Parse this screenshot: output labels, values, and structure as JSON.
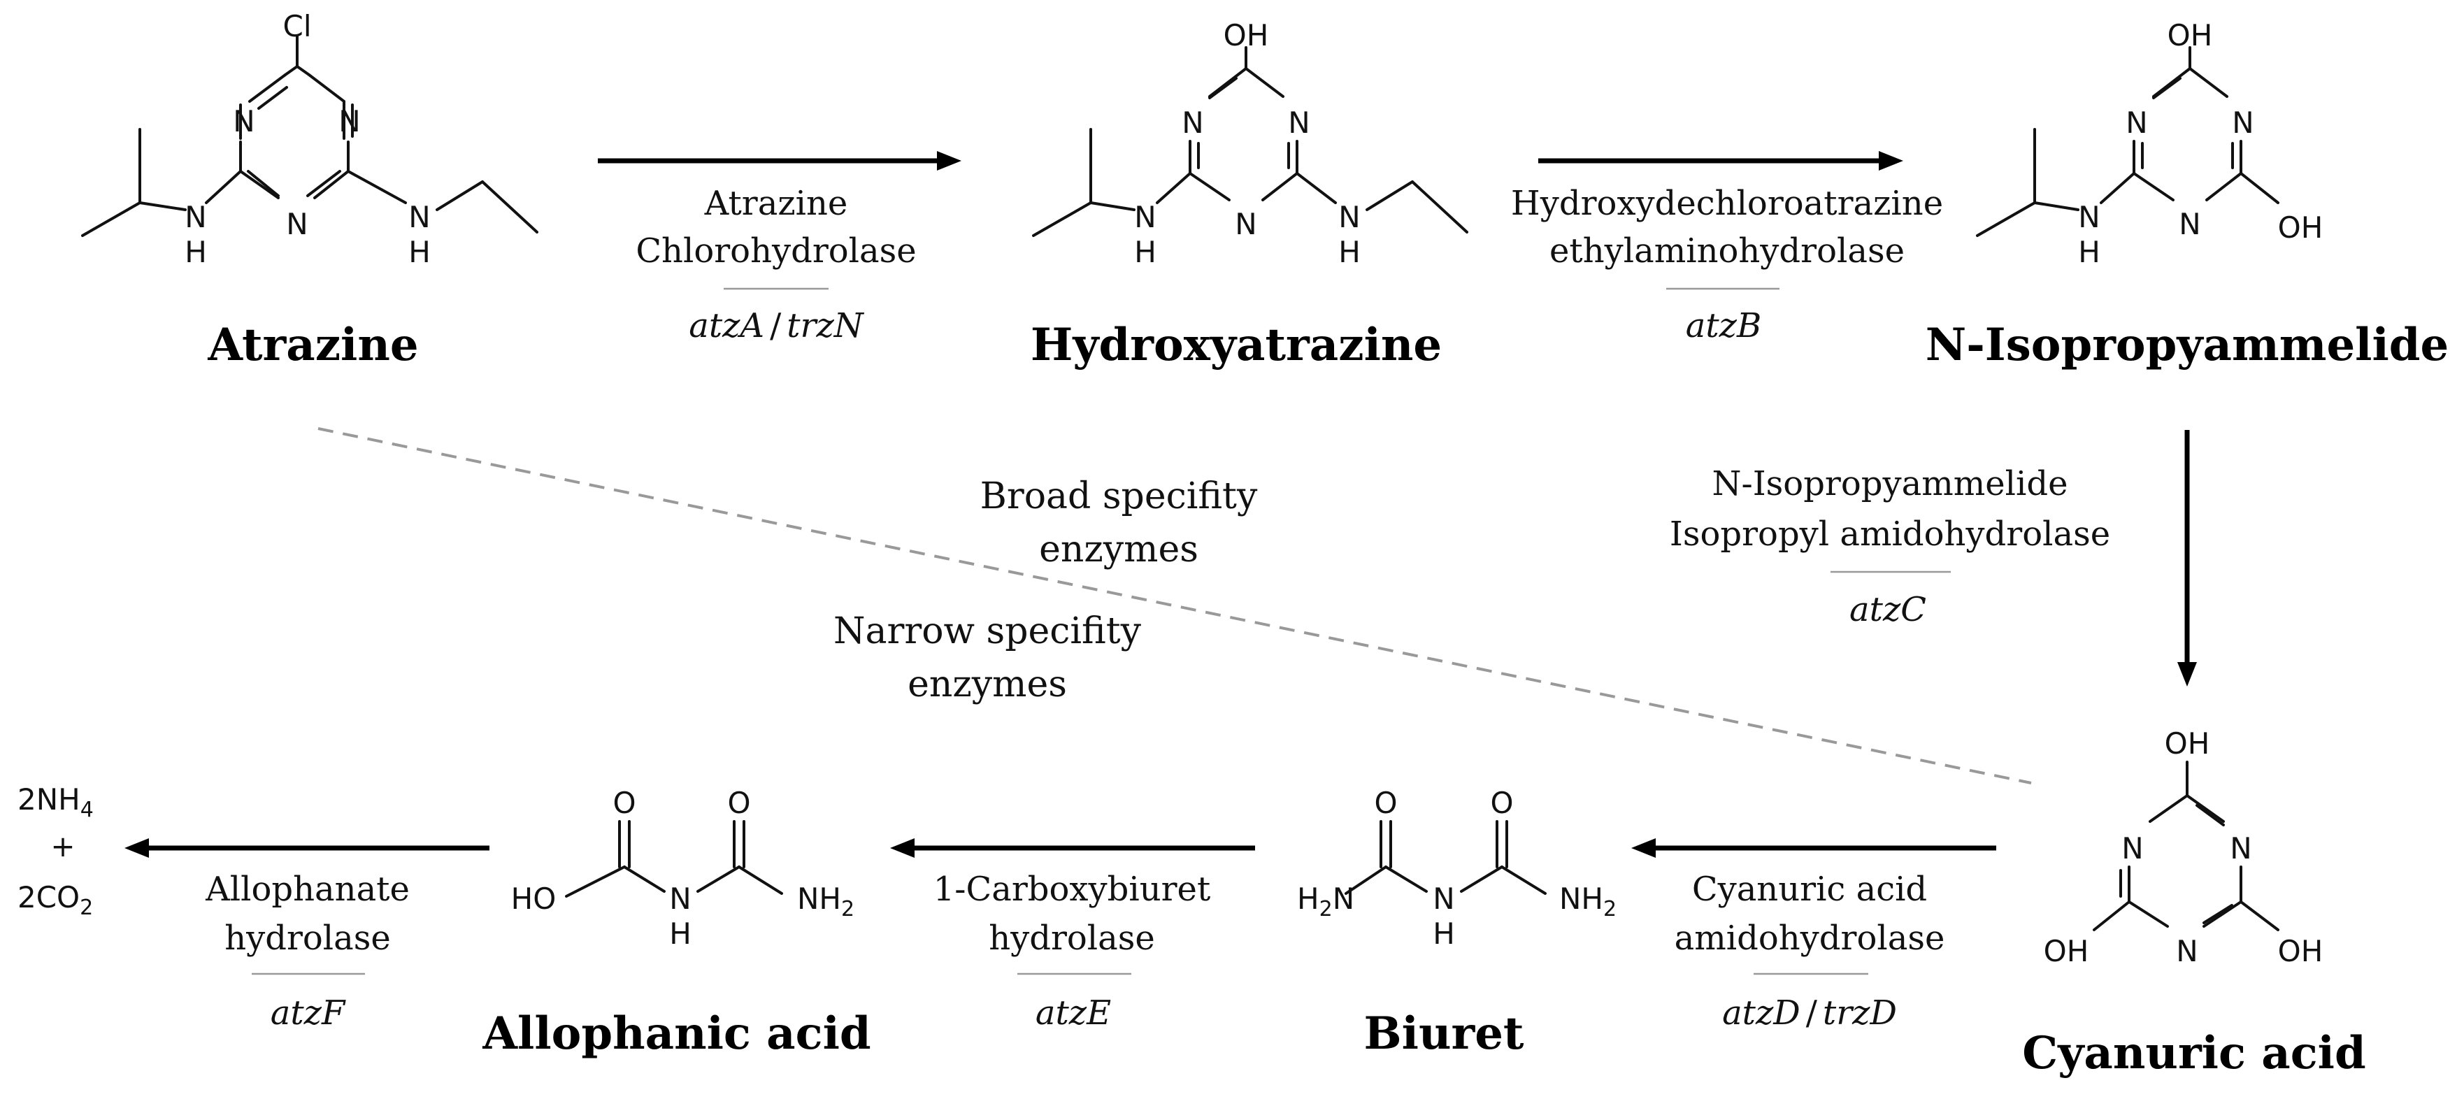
{
  "compounds": {
    "atrazine": {
      "name": "Atrazine",
      "substituent": "Cl"
    },
    "hydroxyatrazine": {
      "name": "Hydroxyatrazine",
      "substituent": "OH"
    },
    "isopropylammelide": {
      "name": "N-Isopropyammelide",
      "substituents": [
        "OH",
        "OH"
      ]
    },
    "cyanuric_acid": {
      "name": "Cyanuric acid",
      "substituents": [
        "OH",
        "OH",
        "OH"
      ]
    },
    "biuret": {
      "name": "Biuret"
    },
    "allophanic_acid": {
      "name": "Allophanic acid"
    }
  },
  "atoms": {
    "N": "N",
    "H": "H",
    "O": "O",
    "HO": "HO",
    "H2N": "H",
    "H2N_n": "N",
    "NH2": "NH",
    "two": "2"
  },
  "products": {
    "line1_prefix": "2NH",
    "line1_sub": "4",
    "plus": "+",
    "line3_prefix": "2CO",
    "line3_sub": "2"
  },
  "enzymes": [
    {
      "line1": "Atrazine",
      "line2": "Chlorohydrolase",
      "gene_a": "atzA",
      "slash": "/",
      "gene_b": "trzN"
    },
    {
      "line1": "Hydroxydechloroatrazine",
      "line2": "ethylaminohydrolase",
      "gene_a": "atzB"
    },
    {
      "line1": "N-Isopropyammelide",
      "line2": "Isopropyl amidohydrolase",
      "gene_a": "atzC"
    },
    {
      "line1": "Cyanuric acid",
      "line2": "amidohydrolase",
      "gene_a": "atzD",
      "slash": "/",
      "gene_b": "trzD"
    },
    {
      "line1": "1-Carboxybiuret",
      "line2": "hydrolase",
      "gene_a": "atzE"
    },
    {
      "line1": "Allophanate",
      "line2": "hydrolase",
      "gene_a": "atzF"
    }
  ],
  "regions": {
    "broad": {
      "line1": "Broad specifity",
      "line2": "enzymes"
    },
    "narrow": {
      "line1": "Narrow specifity",
      "line2": "enzymes"
    }
  }
}
